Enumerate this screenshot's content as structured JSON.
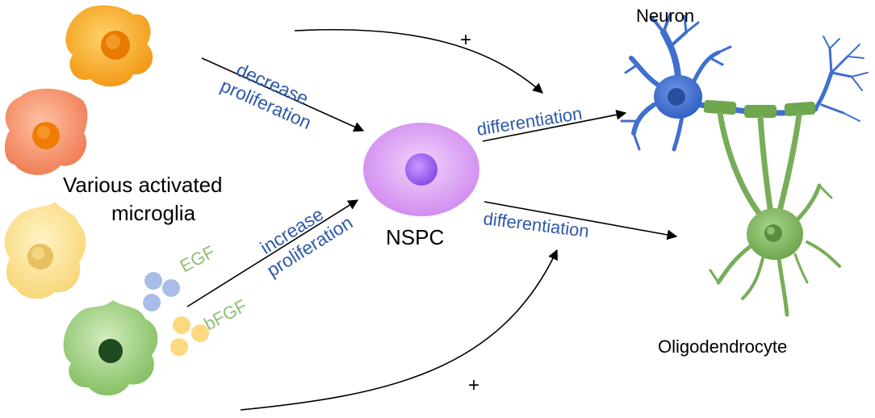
{
  "labels": {
    "microglia_group": [
      "Various activated",
      "microglia"
    ],
    "nspc": "NSPC",
    "neuron": "Neuron",
    "oligodendrocyte": "Oligodendrocyte",
    "decrease": [
      "decrease",
      "proliferation"
    ],
    "increase": [
      "increase",
      "proliferation"
    ],
    "differentiation_top": "differentiation",
    "differentiation_bottom": "differentiation",
    "egf": "EGF",
    "bfgf": "bFGF",
    "plus_top": "+",
    "plus_bottom": "+"
  },
  "colors": {
    "orange_cell": "#f6a623",
    "salmon_cell": "#f4916a",
    "yellow_cell": "#fbe08c",
    "green_cell": "#8cc26a",
    "nspc": "#cf86ef",
    "neuron": "#3f6fcf",
    "oligodendrocyte": "#77ad58",
    "text_blue": "#2f5aa8",
    "text_green": "#8fbf72",
    "egf_dot": "#a9bde8",
    "bfgf_dot": "#fcd97e"
  }
}
